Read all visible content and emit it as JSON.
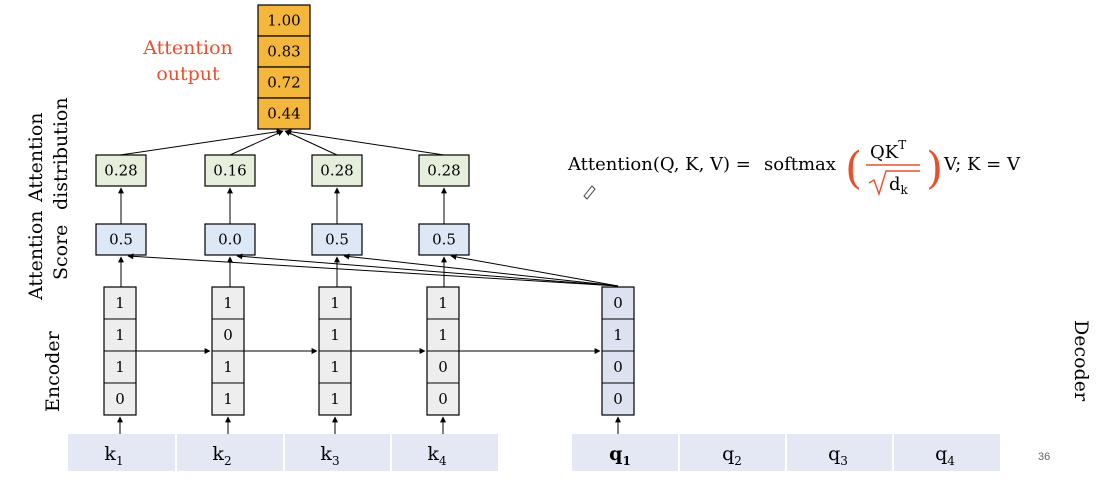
{
  "output": {
    "label_line1": "Attention",
    "label_line2": "output",
    "values": [
      "1.00",
      "0.83",
      "0.72",
      "0.44"
    ]
  },
  "distribution": {
    "label_line1": "Attention",
    "label_line2": "distribution",
    "values": [
      "0.28",
      "0.16",
      "0.28",
      "0.28"
    ]
  },
  "score": {
    "label_line1": "Attention",
    "label_line2": "Score",
    "values": [
      "0.5",
      "0.0",
      "0.5",
      "0.5"
    ]
  },
  "encoder": {
    "label": "Encoder",
    "columns": [
      [
        "1",
        "1",
        "1",
        "0"
      ],
      [
        "1",
        "0",
        "1",
        "1"
      ],
      [
        "1",
        "1",
        "1",
        "1"
      ],
      [
        "1",
        "1",
        "0",
        "0"
      ]
    ],
    "tokens": [
      {
        "base": "k",
        "sub": "1"
      },
      {
        "base": "k",
        "sub": "2"
      },
      {
        "base": "k",
        "sub": "3"
      },
      {
        "base": "k",
        "sub": "4"
      }
    ]
  },
  "decoder": {
    "label": "Decoder",
    "column": [
      "0",
      "1",
      "0",
      "0"
    ],
    "tokens": [
      {
        "base": "q",
        "sub": "1"
      },
      {
        "base": "q",
        "sub": "2"
      },
      {
        "base": "q",
        "sub": "3"
      },
      {
        "base": "q",
        "sub": "4"
      }
    ]
  },
  "formula": {
    "lhs": "Attention(Q, K, V) = ",
    "softmax": "softmax",
    "num": "QK",
    "sup": "T",
    "den_base": "d",
    "den_sub": "k",
    "rhs": "V;  K = V"
  },
  "page_number": "36",
  "colors": {
    "output_fill": "#f5b63c",
    "dist_fill": "#e6efdc",
    "score_fill": "#dce8f6",
    "enc_fill": "#eeeeee",
    "dec_fill": "#dde2f0",
    "token_fill": "#e3e8f4",
    "accent": "#e8502c"
  }
}
